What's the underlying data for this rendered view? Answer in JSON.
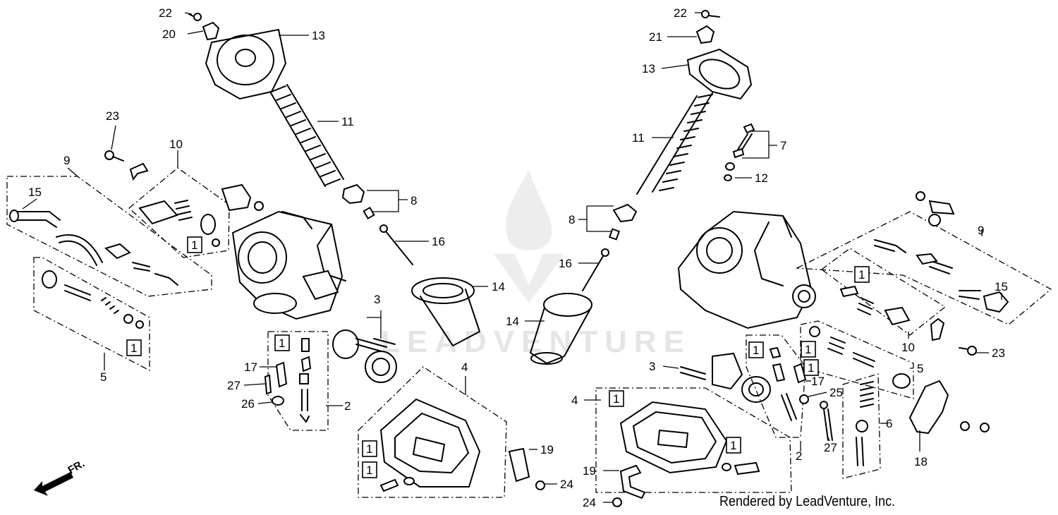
{
  "callouts": {
    "l22": "22",
    "l20": "20",
    "l13": "13",
    "l23": "23",
    "l10": "10",
    "l11": "11",
    "l9": "9",
    "l15": "15",
    "l8": "8",
    "l16": "16",
    "l14": "14",
    "l3": "3",
    "l5": "5",
    "l17": "17",
    "l27": "27",
    "l26": "26",
    "l2": "2",
    "l4": "4",
    "l19": "19",
    "l24": "24",
    "r22": "22",
    "r21": "21",
    "r13": "13",
    "r11": "11",
    "r7": "7",
    "r12": "12",
    "r8": "8",
    "r16": "16",
    "r14": "14",
    "r9": "9",
    "r15": "15",
    "r3": "3",
    "r10": "10",
    "r23": "23",
    "r5": "5",
    "r17": "17",
    "r25": "25",
    "r4": "4",
    "r2": "2",
    "r27": "27",
    "r6": "6",
    "r18": "18",
    "r19": "19",
    "r24": "24"
  },
  "boxed": {
    "b1": "1",
    "b2": "1",
    "b3": "1",
    "b4": "1",
    "b5": "1",
    "b6": "1",
    "b7": "1",
    "b8": "1",
    "b9": "1",
    "b10": "1",
    "b11": "1",
    "b12": "1"
  },
  "front_marker": "FR.",
  "watermark": "LEADVENTURE",
  "credit": "Rendered by LeadVenture, Inc."
}
